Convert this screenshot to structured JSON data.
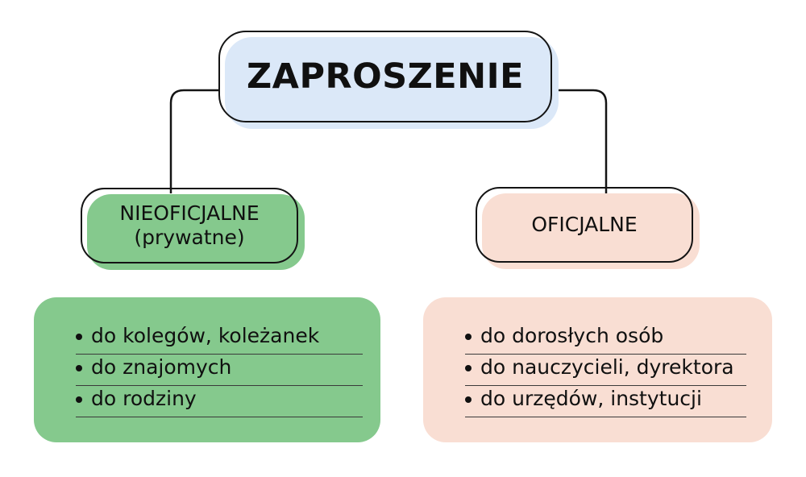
{
  "diagram": {
    "title": "ZAPROSZENIE",
    "type": "hierarchy-tree",
    "root": {
      "label": "ZAPROSZENIE",
      "fill_color": "#dbe8f8",
      "outline_color": "#141414"
    },
    "branches": [
      {
        "id": "informal",
        "heading_line1": "NIEOFICJALNE",
        "heading_line2": "(prywatne)",
        "fill_color": "#85c98d",
        "items": [
          "do kolegów, koleżanek",
          "do znajomych",
          "do rodziny"
        ]
      },
      {
        "id": "official",
        "heading_line1": "OFICJALNE",
        "heading_line2": "",
        "fill_color": "#f9ded3",
        "items": [
          "do dorosłych osób",
          "do nauczycieli, dyrektora",
          "do urzędów, instytucji"
        ]
      }
    ]
  }
}
